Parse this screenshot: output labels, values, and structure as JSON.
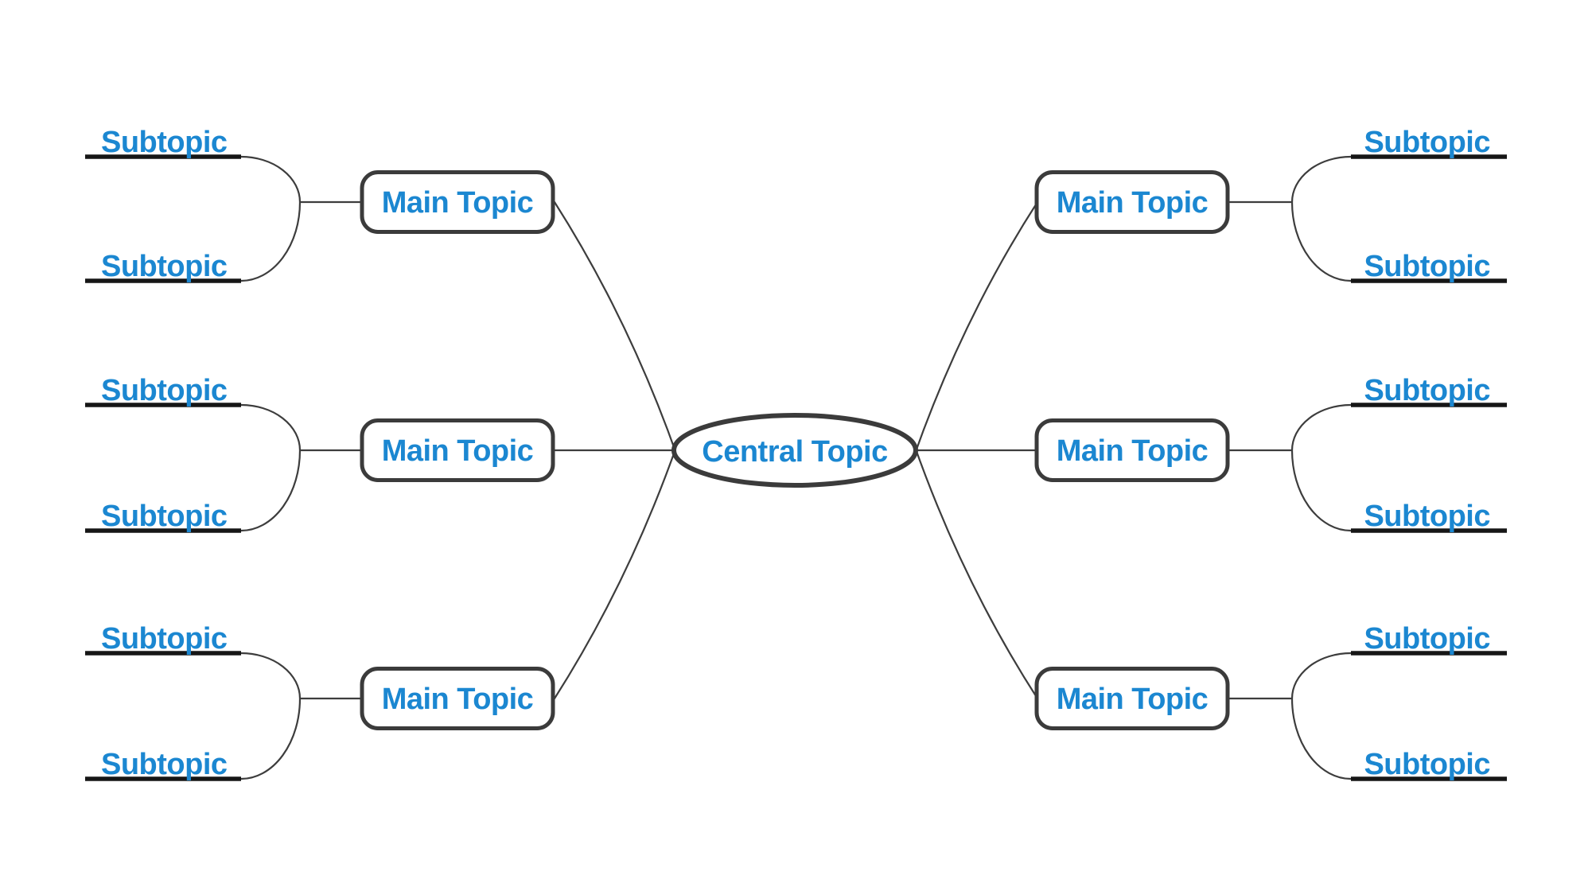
{
  "diagram": {
    "central_topic": {
      "label": "Central Topic"
    },
    "main_topics": [
      {
        "label": "Main Topic",
        "position": "left-top"
      },
      {
        "label": "Main Topic",
        "position": "left-middle"
      },
      {
        "label": "Main Topic",
        "position": "left-bottom"
      },
      {
        "label": "Main Topic",
        "position": "right-top"
      },
      {
        "label": "Main Topic",
        "position": "right-middle"
      },
      {
        "label": "Main Topic",
        "position": "right-bottom"
      }
    ],
    "subtopics": [
      {
        "label": "Subtopic",
        "position": "left-top-1"
      },
      {
        "label": "Subtopic",
        "position": "left-top-2"
      },
      {
        "label": "Subtopic",
        "position": "left-middle-1"
      },
      {
        "label": "Subtopic",
        "position": "left-middle-2"
      },
      {
        "label": "Subtopic",
        "position": "left-bottom-1"
      },
      {
        "label": "Subtopic",
        "position": "left-bottom-2"
      },
      {
        "label": "Subtopic",
        "position": "right-top-1"
      },
      {
        "label": "Subtopic",
        "position": "right-top-2"
      },
      {
        "label": "Subtopic",
        "position": "right-middle-1"
      },
      {
        "label": "Subtopic",
        "position": "right-middle-2"
      },
      {
        "label": "Subtopic",
        "position": "right-bottom-1"
      },
      {
        "label": "Subtopic",
        "position": "right-bottom-2"
      }
    ],
    "colors": {
      "topic_text": "#1b87d1",
      "node_border": "#3b3b3b",
      "connector": "#3d3d3d",
      "underline": "#161616",
      "node_fill": "#ffffff",
      "background": "#ffffff"
    }
  }
}
